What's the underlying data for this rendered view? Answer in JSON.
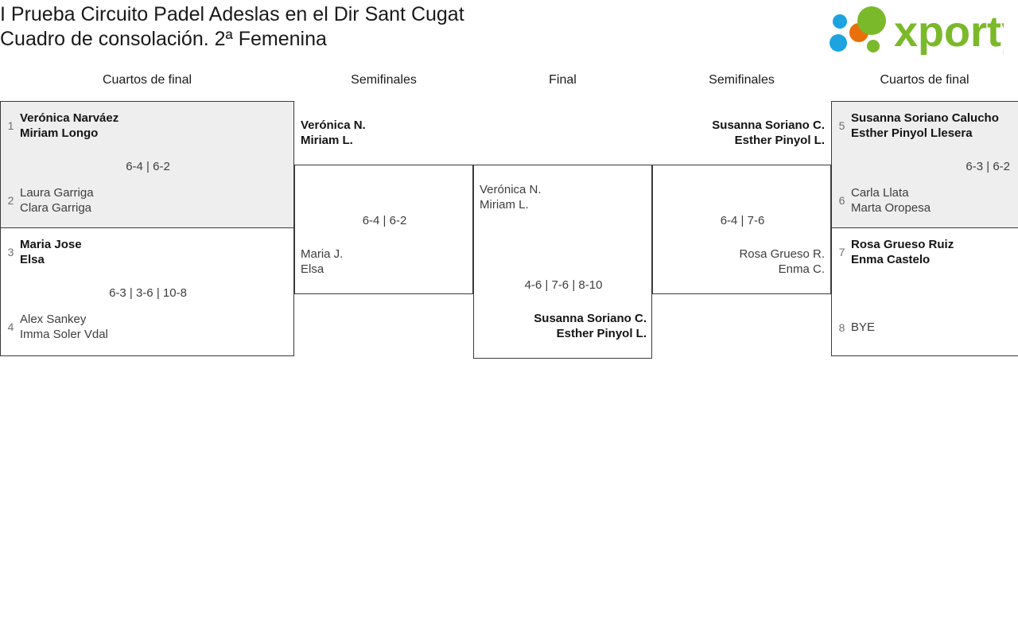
{
  "header": {
    "title_line1": "I Prueba Circuito Padel Adeslas en el Dir Sant Cugat",
    "title_line2": "Cuadro de consolación. 2ª Femenina",
    "logo_text": "xporty",
    "logo_colors": {
      "green": "#7ab929",
      "orange": "#e8700a",
      "blue": "#1ca3e0"
    }
  },
  "rounds": [
    {
      "label": "Cuartos de final"
    },
    {
      "label": "Semifinales"
    },
    {
      "label": "Final"
    },
    {
      "label": "Semifinales"
    },
    {
      "label": "Cuartos de final"
    }
  ],
  "bracket": {
    "left_quarterfinals": [
      {
        "top": {
          "seed": "1",
          "line1": "Verónica Narváez",
          "line2": "Miriam Longo",
          "winner": true
        },
        "bottom": {
          "seed": "2",
          "line1": "Laura Garriga",
          "line2": "Clara Garriga",
          "winner": false
        },
        "score": "6-4 | 6-2"
      },
      {
        "top": {
          "seed": "3",
          "line1": "Maria Jose",
          "line2": "Elsa",
          "winner": true
        },
        "bottom": {
          "seed": "4",
          "line1": "Alex Sankey",
          "line2": "Imma Soler Vdal",
          "winner": false
        },
        "score": "6-3 | 3-6 | 10-8"
      }
    ],
    "left_semifinal": {
      "top": {
        "line1": "Verónica N.",
        "line2": "Miriam L.",
        "winner": true
      },
      "bottom": {
        "line1": "Maria J.",
        "line2": "Elsa",
        "winner": false
      },
      "score": "6-4 | 6-2"
    },
    "final": {
      "left": {
        "line1": "Verónica N.",
        "line2": "Miriam L.",
        "winner": false
      },
      "right": {
        "line1": "Susanna Soriano C.",
        "line2": "Esther Pinyol L.",
        "winner": true
      },
      "score": "4-6 | 7-6 | 8-10"
    },
    "right_semifinal": {
      "top": {
        "line1": "Susanna Soriano C.",
        "line2": "Esther Pinyol L.",
        "winner": true
      },
      "bottom": {
        "line1": "Rosa Grueso R.",
        "line2": "Enma C.",
        "winner": false
      },
      "score": "6-4 | 7-6"
    },
    "right_quarterfinals": [
      {
        "top": {
          "seed": "5",
          "line1": "Susanna Soriano Calucho",
          "line2": "Esther Pinyol Llesera",
          "winner": true
        },
        "bottom": {
          "seed": "6",
          "line1": "Carla Llata",
          "line2": "Marta Oropesa",
          "winner": false
        },
        "score": "6-3 | 6-2"
      },
      {
        "top": {
          "seed": "7",
          "line1": "Rosa Grueso Ruiz",
          "line2": "Enma Castelo",
          "winner": true
        },
        "bottom": {
          "seed": "8",
          "line1": "BYE",
          "line2": "",
          "winner": false
        },
        "score": ""
      }
    ]
  }
}
